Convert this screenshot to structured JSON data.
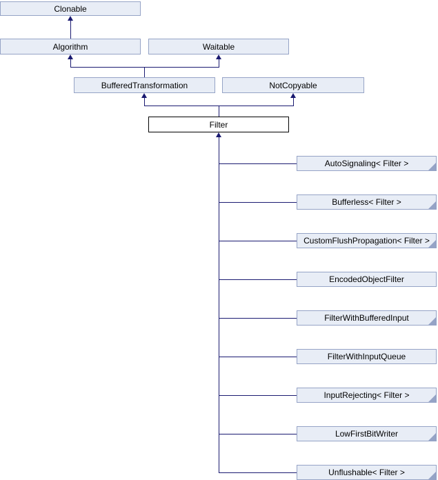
{
  "colors": {
    "background": "#ffffff",
    "node_fill": "#e8edf6",
    "node_border": "#95a3c6",
    "focus_fill": "#ffffff",
    "focus_border": "#000000",
    "edge": "#191970",
    "text": "#000000"
  },
  "nodes": {
    "clonable": {
      "label": "Clonable"
    },
    "algorithm": {
      "label": "Algorithm"
    },
    "waitable": {
      "label": "Waitable"
    },
    "buffered_transformation": {
      "label": "BufferedTransformation"
    },
    "not_copyable": {
      "label": "NotCopyable"
    },
    "filter": {
      "label": "Filter"
    },
    "auto_signaling": {
      "label": "AutoSignaling< Filter >",
      "truncated": true
    },
    "bufferless": {
      "label": "Bufferless< Filter >",
      "truncated": true
    },
    "custom_flush_propagation": {
      "label": "CustomFlushPropagation< Filter >",
      "truncated": true
    },
    "encoded_object_filter": {
      "label": "EncodedObjectFilter",
      "truncated": false
    },
    "filter_with_buffered_input": {
      "label": "FilterWithBufferedInput",
      "truncated": true
    },
    "filter_with_input_queue": {
      "label": "FilterWithInputQueue",
      "truncated": false
    },
    "input_rejecting": {
      "label": "InputRejecting< Filter >",
      "truncated": true
    },
    "low_first_bit_writer": {
      "label": "LowFirstBitWriter",
      "truncated": true
    },
    "unflushable": {
      "label": "Unflushable< Filter >",
      "truncated": true
    }
  },
  "relations": [
    {
      "derived": "Algorithm",
      "base": "Clonable"
    },
    {
      "derived": "BufferedTransformation",
      "base": "Algorithm"
    },
    {
      "derived": "BufferedTransformation",
      "base": "Waitable"
    },
    {
      "derived": "Filter",
      "base": "BufferedTransformation"
    },
    {
      "derived": "Filter",
      "base": "NotCopyable"
    },
    {
      "derived": "AutoSignaling< Filter >",
      "base": "Filter"
    },
    {
      "derived": "Bufferless< Filter >",
      "base": "Filter"
    },
    {
      "derived": "CustomFlushPropagation< Filter >",
      "base": "Filter"
    },
    {
      "derived": "EncodedObjectFilter",
      "base": "Filter"
    },
    {
      "derived": "FilterWithBufferedInput",
      "base": "Filter"
    },
    {
      "derived": "FilterWithInputQueue",
      "base": "Filter"
    },
    {
      "derived": "InputRejecting< Filter >",
      "base": "Filter"
    },
    {
      "derived": "LowFirstBitWriter",
      "base": "Filter"
    },
    {
      "derived": "Unflushable< Filter >",
      "base": "Filter"
    }
  ]
}
